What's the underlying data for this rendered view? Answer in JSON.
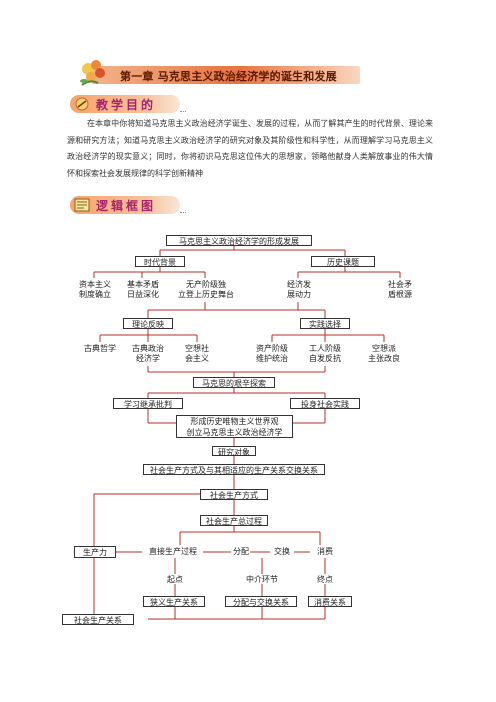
{
  "chapter_title": "第一章 马克思主义政治经济学的诞生和发展",
  "sections": {
    "objectives_title": "教学目的",
    "logic_title": "逻辑框图"
  },
  "objectives_text": "在本章中你将知道马克思主义政治经济学诞生、发展的过程，从而了解其产生的时代背景、理论来源和研究方法；知道马克思主义政治经济学的研究对象及其阶级性和科学性，从而理解学习马克思主义政治经济学的现实意义；同时，你将初识马克思这位伟大的思想家，领略他献身人类解放事业的伟大情怀和探索社会发展规律的科学创新精神",
  "diagram": {
    "root": "马克思主义政治经济学的形成发展",
    "era_background": "时代背景",
    "historical_topics": "历史课题",
    "era_items": [
      "资本主义\n制度确立",
      "基本矛盾\n日益深化",
      "无产阶级独\n立登上历史舞台"
    ],
    "topic_items": [
      "经济发\n展动力",
      "社会矛\n盾根源"
    ],
    "theory_reflection": "理论反映",
    "practice_choice": "实践选择",
    "theory_items": [
      "古典哲学",
      "古典政治\n经济学",
      "空想社\n会主义"
    ],
    "practice_items": [
      "资产阶级\n维护统治",
      "工人阶级\n自发反抗",
      "空想派\n主张改良"
    ],
    "marx_exploration": "马克思的艰辛探索",
    "study_critique": "学习继承批判",
    "social_practice": "投身社会实践",
    "formation": "形成历史唯物主义世界观\n创立马克思主义政治经济学",
    "research_object": "研究对象",
    "object_detail": "社会生产方式及与其相适应的生产关系交换关系",
    "mode_of_production": "社会生产方式",
    "total_process": "社会生产总过程",
    "productive_forces": "生产力",
    "direct_process": "直接生产过程",
    "distribution": "分配",
    "exchange": "交换",
    "consumption": "消费",
    "start_point": "起点",
    "intermediate": "中介环节",
    "end_point": "终点",
    "narrow_relations": "狭义生产关系",
    "dist_exchange_relations": "分配与交换关系",
    "consumption_relations": "消费关系",
    "social_relations": "社会生产关系"
  }
}
